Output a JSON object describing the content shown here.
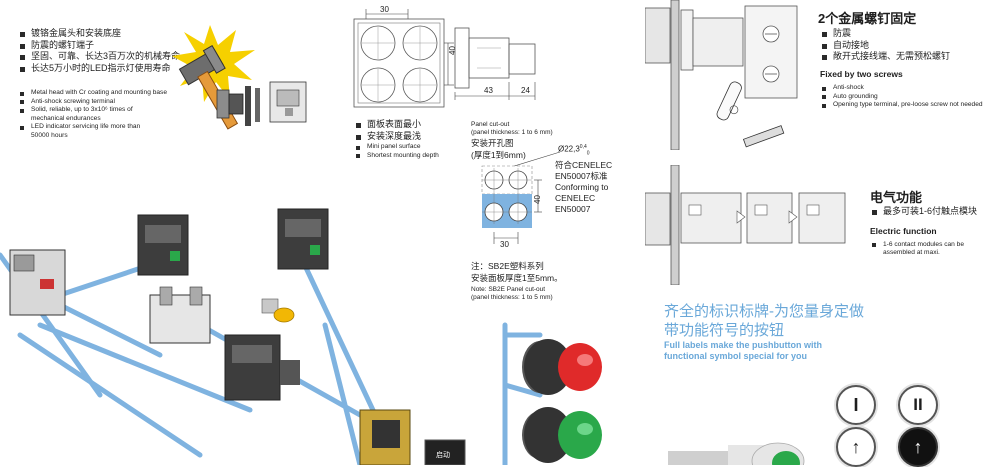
{
  "feature_left": {
    "zh_items": [
      "镀铬金属头和安装底座",
      "防震的螺钉端子",
      "坚固、可靠、长达3百万次的机械寿命",
      "长达5万小时的LED指示灯使用寿命"
    ],
    "en_items": [
      "Metal head with Cr coating and mounting base",
      "Anti-shock screwing terminal",
      "Solid, reliable, up to 3x10⁶ times of",
      "mechanical endurances",
      "LED indicator servicing life more than",
      "50000 hours"
    ]
  },
  "dimensions": {
    "top_width": "30",
    "side_height": "40",
    "depth_a": "43",
    "depth_b": "24",
    "zh_items": [
      "面板表面最小",
      "安装深度最浅"
    ],
    "en_items": [
      "Mini panel surface",
      "Shortest mounting depth"
    ]
  },
  "panel_cutout": {
    "en_title_1": "Panel cut-out",
    "en_title_2": "(panel thickness: 1 to 6 mm)",
    "zh_title_1": "安装开孔图",
    "zh_title_2": "(厚度1到6mm)",
    "diameter": "Ø22,3",
    "diameter_tol": "0,4",
    "diameter_tol_low": "0",
    "cert_lines": [
      "符合CENELEC",
      "EN50007标准",
      "Conforming to",
      "CENELEC",
      "EN50007"
    ],
    "dim_height": "40",
    "dim_width": "30",
    "note_zh_1": "注：SB2E塑料系列",
    "note_zh_2": "安装面板厚度1至5mm。",
    "note_en_1": "Note: SB2E Panel cut-out",
    "note_en_2": "(panel thickness: 1 to 5 mm)"
  },
  "screws": {
    "title": "2个金属螺钉固定",
    "zh_items": [
      "防震",
      "自动接地",
      "敞开式接线端、无需预松螺钉"
    ],
    "en_title": "Fixed by two screws",
    "en_items": [
      "Anti-shock",
      "Auto grounding",
      "Opening type terminal, pre-loose screw not needed"
    ]
  },
  "electric": {
    "title": "电气功能",
    "zh_items": [
      "最多可装1-6付触点模块"
    ],
    "en_title": "Electric function",
    "en_items": [
      "1-6 contact modules can be",
      "assembled at maxi."
    ]
  },
  "labels": {
    "zh_1": "齐全的标识标牌-为您量身定做",
    "zh_2": "带功能符号的按钮",
    "en_1": "Full labels make the pushbutton with",
    "en_2": "functional symbol special for you",
    "tag_text": "启动"
  },
  "symbols": [
    "I",
    "II",
    "↑",
    "↑"
  ],
  "colors": {
    "accent_blue": "#6aa8d9",
    "wire_blue": "#7fb3e0",
    "button_red": "#e02a2a",
    "button_green": "#2aa84a",
    "led_yellow": "#f2b705"
  }
}
